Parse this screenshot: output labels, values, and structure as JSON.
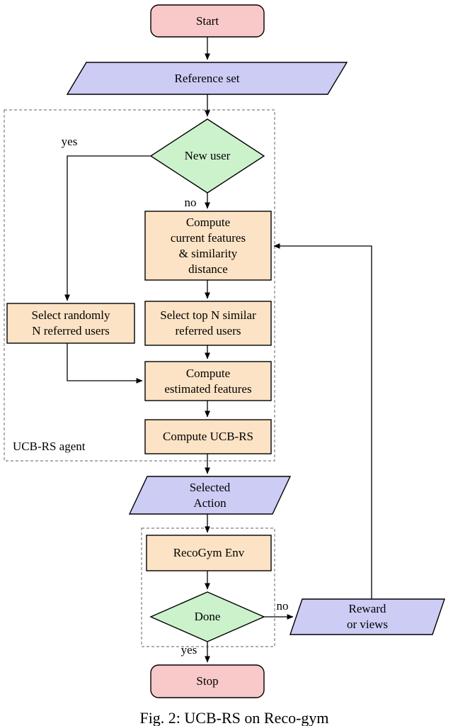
{
  "caption": "Fig. 2: UCB-RS on Reco-gym",
  "colors": {
    "terminal_fill": "#f9c8c8",
    "io_fill": "#ccccf5",
    "decision_fill": "#ccf2cc",
    "process_fill": "#fce3c5",
    "stroke": "#000000",
    "dashed_stroke": "#7f7f7f"
  },
  "nodes": {
    "start": "Start",
    "reference_set": "Reference set",
    "new_user": "New user",
    "compute_current": "Compute\ncurrent features\n& similarity\ndistance",
    "select_randomly": "Select randomly\nN referred users",
    "select_top_n": "Select top N similar\nreferred users",
    "compute_estimated": "Compute\nestimated features",
    "compute_ucb_rs": "Compute UCB-RS",
    "selected_action": "Selected\nAction",
    "recogym_env": "RecoGym Env",
    "done": "Done",
    "reward": "Reward\nor views",
    "stop": "Stop"
  },
  "labels": {
    "agent_group": "UCB-RS agent",
    "new_user_yes": "yes",
    "new_user_no": "no",
    "done_no": "no",
    "done_yes": "yes"
  }
}
